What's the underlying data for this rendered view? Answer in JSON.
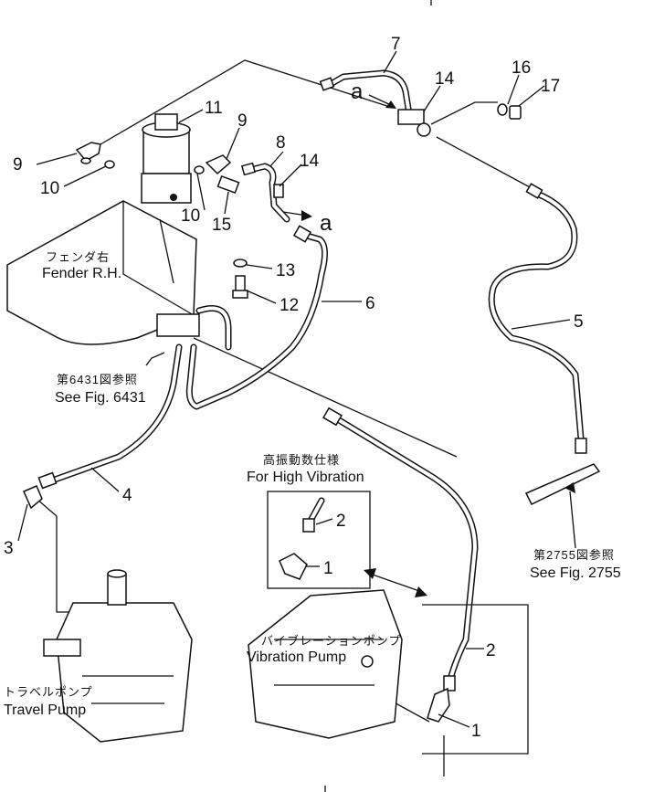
{
  "callouts": {
    "n1a": "1",
    "n1b": "1",
    "n2a": "2",
    "n2b": "2",
    "n3": "3",
    "n4": "4",
    "n5": "5",
    "n6": "6",
    "n7": "7",
    "n8": "8",
    "n9a": "9",
    "n9b": "9",
    "n10a": "10",
    "n10b": "10",
    "n11": "11",
    "n12": "12",
    "n13": "13",
    "n14a": "14",
    "n14b": "14",
    "n15": "15",
    "n16": "16",
    "n17": "17",
    "a1": "a",
    "a2": "a"
  },
  "labels": {
    "fender_jp": "フェンダ右",
    "fender_en": "Fender R.H.",
    "fig6431_jp": "第6431図参照",
    "fig6431_en": "See Fig. 6431",
    "highvib_jp": "高振動数仕様",
    "highvib_en": "For High Vibration",
    "fig2755_jp": "第2755図参照",
    "fig2755_en": "See Fig. 2755",
    "vibpump_jp": "バイブレーションポンプ",
    "vibpump_en": "Vibration Pump",
    "travelpump_jp": "トラベルポンプ",
    "travelpump_en": "Travel Pump"
  }
}
